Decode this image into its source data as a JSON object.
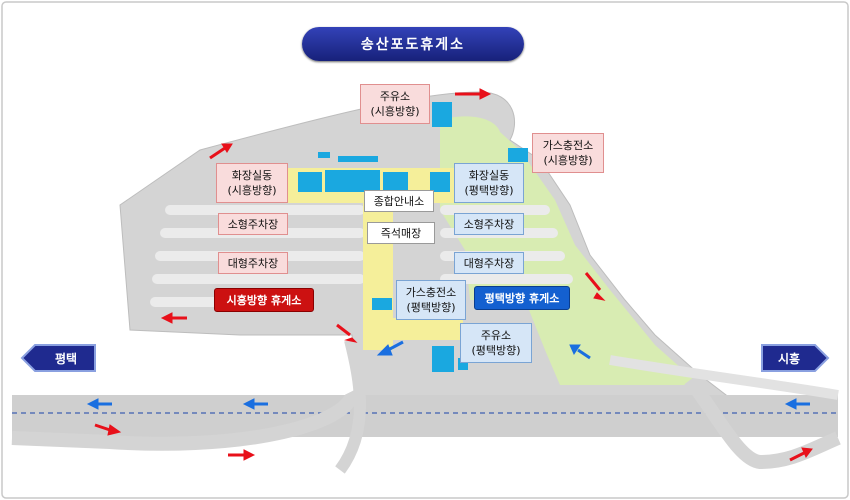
{
  "title": "송산포도휴게소",
  "directions": {
    "left": "평택",
    "right": "시흥"
  },
  "labels": {
    "fuel_siheung": [
      "주유소",
      "(시흥방향)"
    ],
    "gas_siheung": [
      "가스충전소",
      "(시흥방향)"
    ],
    "restroom_siheung": [
      "화장실동",
      "(시흥방향)"
    ],
    "restroom_pyeongtaek": [
      "화장실동",
      "(평택방향)"
    ],
    "info_center": "종합안내소",
    "instant_store": "즉석매장",
    "small_parking_left": "소형주차장",
    "large_parking_left": "대형주차장",
    "small_parking_right": "소형주차장",
    "large_parking_right": "대형주차장",
    "gas_pyeongtaek": [
      "가스충전소",
      "(평택방향)"
    ],
    "fuel_pyeongtaek": [
      "주유소",
      "(평택방향)"
    ],
    "siheung_area": "시흥방향 휴게소",
    "pyeongtaek_area": "평택방향 휴게소"
  },
  "colors": {
    "road": "#d4d4d4",
    "grass": "#d8ecb2",
    "building": "#1aa8e0",
    "plaza": "#f5ef9a",
    "arrow_red": "#e8101a",
    "arrow_blue": "#1a6fe0",
    "title_bg": "#1f2a8f"
  }
}
